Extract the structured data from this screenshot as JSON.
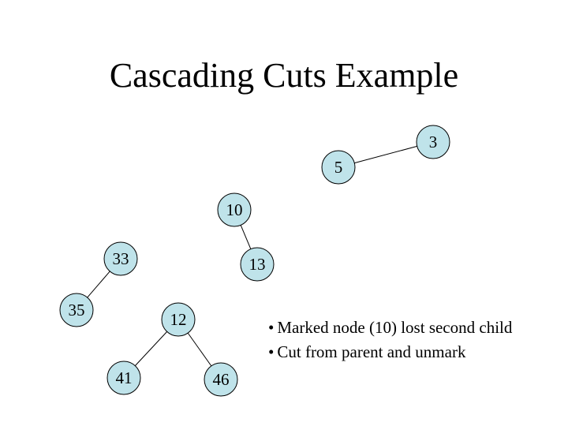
{
  "slide": {
    "title": "Cascading Cuts Example",
    "node_fill": "#bfe3ea",
    "nodes": [
      {
        "id": "n3",
        "label": "3"
      },
      {
        "id": "n5",
        "label": "5"
      },
      {
        "id": "n10",
        "label": "10"
      },
      {
        "id": "n33",
        "label": "33"
      },
      {
        "id": "n13",
        "label": "13"
      },
      {
        "id": "n35",
        "label": "35"
      },
      {
        "id": "n12",
        "label": "12"
      },
      {
        "id": "n41",
        "label": "41"
      },
      {
        "id": "n46",
        "label": "46"
      }
    ],
    "edges": [
      {
        "from": "n5",
        "to": "n3"
      },
      {
        "from": "n10",
        "to": "n13"
      },
      {
        "from": "n33",
        "to": "n35"
      },
      {
        "from": "n12",
        "to": "n41"
      },
      {
        "from": "n12",
        "to": "n46"
      }
    ],
    "notes": [
      "Marked node (10) lost second child",
      "Cut from parent and unmark"
    ]
  }
}
